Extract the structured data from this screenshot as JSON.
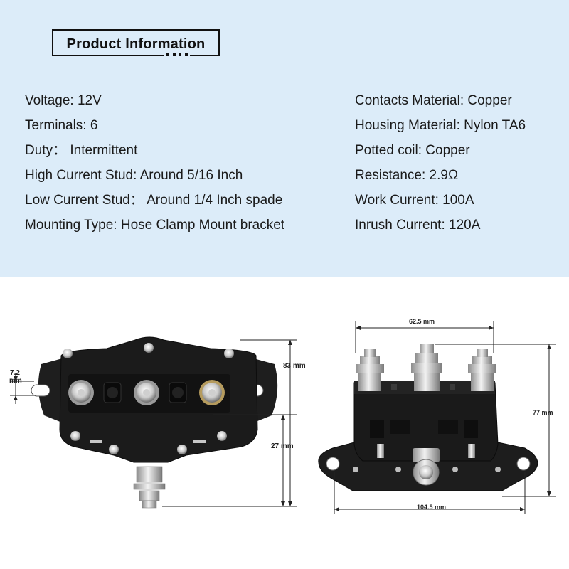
{
  "title": "Product Information",
  "specs_left": [
    "Voltage: 12V",
    "Terminals: 6",
    "Duty： Intermittent",
    "High Current Stud: Around 5/16 Inch",
    "Low Current Stud： Around 1/4 Inch spade",
    "Mounting Type: Hose Clamp Mount bracket"
  ],
  "specs_right": [
    "Contacts Material: Copper",
    "Housing Material: Nylon TA6",
    "Potted coil: Copper",
    "Resistance: 2.9Ω",
    "Work Current: 100A",
    "Inrush Current: 120A"
  ],
  "dimensions": {
    "left_view": {
      "height_total": "83 mm",
      "height_partial": "27 mm",
      "side_offset_a": "7.2",
      "side_offset_b": "mm"
    },
    "right_view": {
      "top_width": "62.5 mm",
      "height": "77 mm",
      "base_width": "104.5 mm"
    }
  },
  "colors": {
    "panel_bg": "#dcecf9",
    "text": "#1a1a1a",
    "housing": "#1b1b1b"
  }
}
